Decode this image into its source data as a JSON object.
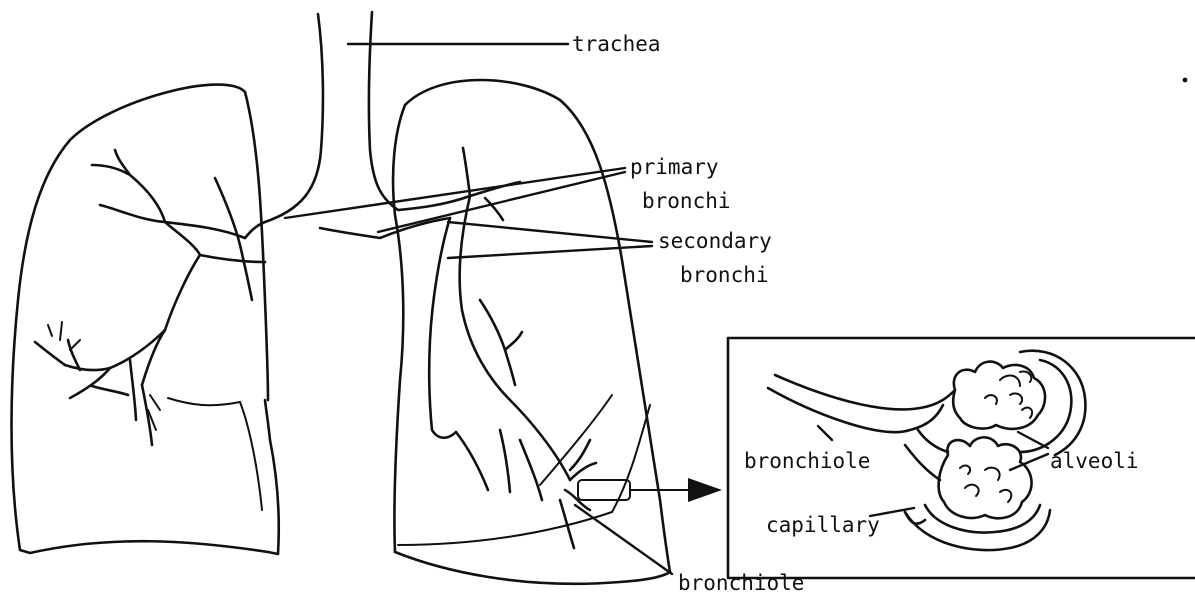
{
  "labels": {
    "trachea": "trachea",
    "primary_line1": "primary",
    "primary_line2": "bronchi",
    "secondary_line1": "secondary",
    "secondary_line2": "bronchi",
    "bronchiole_main": "bronchiole",
    "bronchiole_inset": "bronchiole",
    "alveoli": "alveoli",
    "capillary": "capillary"
  }
}
